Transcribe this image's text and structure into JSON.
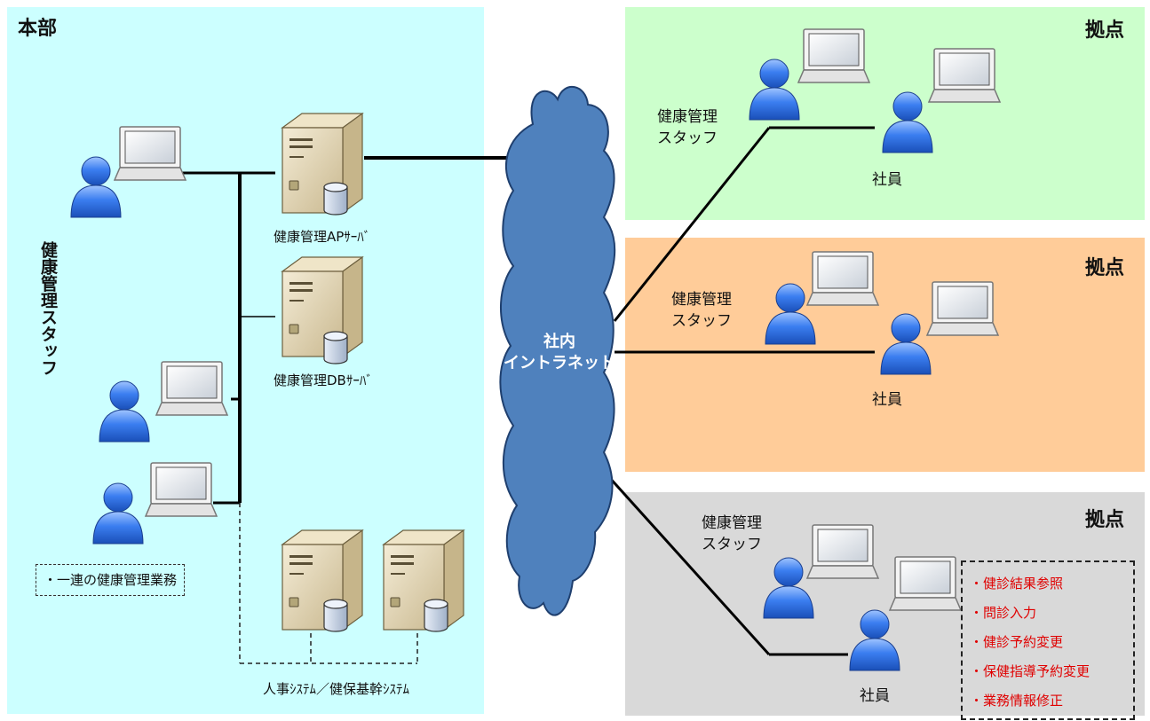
{
  "headquarters": {
    "title": "本部",
    "staff_label": "健康管理スタッフ",
    "note": "・一連の健康管理業務",
    "ap_server": "健康管理APｻｰﾊﾞ",
    "db_server": "健康管理DBｻｰﾊﾞ",
    "legacy_systems": "人事ｼｽﾃﾑ／健保基幹ｼｽﾃﾑ"
  },
  "intranet": {
    "line1": "社内",
    "line2": "イントラネット"
  },
  "sites": [
    {
      "title": "拠点",
      "staff_line1": "健康管理",
      "staff_line2": "スタッフ",
      "employee": "社員",
      "color": "#ccffcc"
    },
    {
      "title": "拠点",
      "staff_line1": "健康管理",
      "staff_line2": "スタッフ",
      "employee": "社員",
      "color": "#ffcc99"
    },
    {
      "title": "拠点",
      "staff_line1": "健康管理",
      "staff_line2": "スタッフ",
      "employee": "社員",
      "color": "#d9d9d9"
    }
  ],
  "employee_tasks": [
    "・健診結果参照",
    "・問診入力",
    "・健診予約変更",
    "・保健指導予約変更",
    "・業務情報修正"
  ],
  "colors": {
    "hq_background": "#ccffff",
    "cloud": "#4f81bd",
    "person": "#2b6fe0",
    "task_text": "#e00000"
  }
}
